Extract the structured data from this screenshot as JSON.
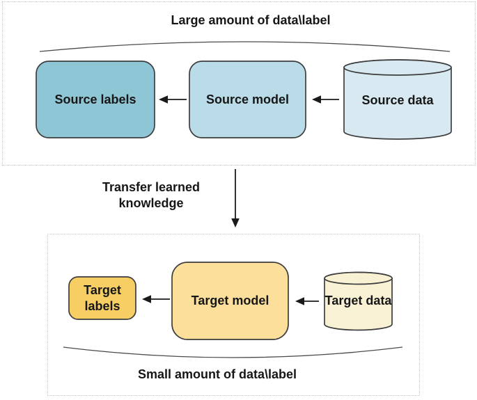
{
  "source_panel": {
    "title": "Large amount of data\\label",
    "nodes": {
      "source_labels": "Source labels",
      "source_model": "Source model",
      "source_data": "Source data"
    }
  },
  "transfer": {
    "label": "Transfer learned knowledge"
  },
  "target_panel": {
    "title": "Small amount of data\\label",
    "nodes": {
      "target_labels": "Target labels",
      "target_model": "Target model",
      "target_data": "Target data"
    }
  },
  "colors": {
    "background": "#ffffff",
    "panel_border": "#c4c4c4",
    "shape_border": "#3d3d3d",
    "brace_stroke": "#4a4a4a",
    "arrow": "#1a1a1a",
    "text": "#161616",
    "source_labels_fill": "#8fc6d6",
    "source_model_fill": "#b9dce8",
    "source_data_fill": "#d8e9f1",
    "target_labels_fill": "#f7ce63",
    "target_model_fill": "#fbdf9a",
    "target_data_fill": "#f9f1d4"
  }
}
